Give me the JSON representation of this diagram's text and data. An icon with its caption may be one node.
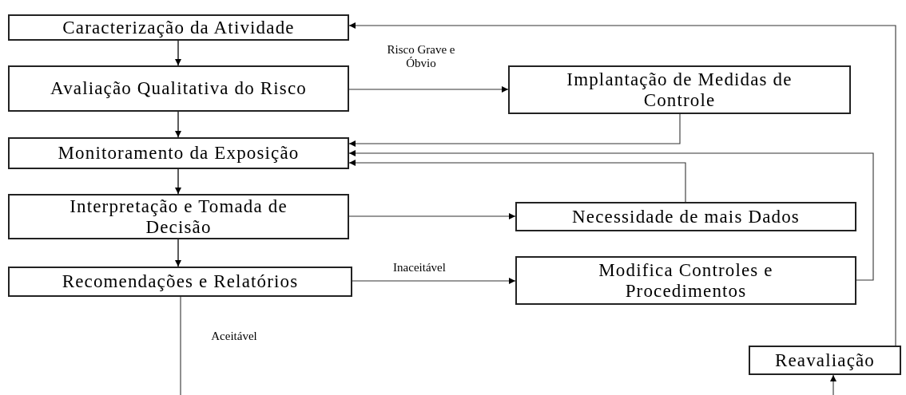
{
  "diagram": {
    "nodes": [
      {
        "text": [
          "Caracterização da Atividade"
        ]
      },
      {
        "text": [
          "Avaliação Qualitativa do Risco"
        ]
      },
      {
        "text": [
          "Implantação de Medidas de Controle"
        ]
      },
      {
        "text": [
          "Monitoramento da Exposição"
        ]
      },
      {
        "text": [
          "Interpretação e Tomada de Decisão"
        ]
      },
      {
        "text": [
          "Necessidade de mais Dados"
        ]
      },
      {
        "text": [
          "Recomendações e Relatórios"
        ]
      },
      {
        "text": [
          "Modifica Controles e Procedimentos"
        ]
      },
      {
        "text": [
          "Reavaliação"
        ]
      }
    ],
    "edges": [
      {
        "from": 0,
        "to": 1,
        "arrow": "to"
      },
      {
        "from": 1,
        "to": 2,
        "arrow": "to",
        "label": "Risco Grave e Óbvio"
      },
      {
        "from": 1,
        "to": 3,
        "arrow": "to"
      },
      {
        "from": 2,
        "to": 3,
        "arrow": "to"
      },
      {
        "from": 5,
        "to": 3,
        "arrow": "to"
      },
      {
        "from": 7,
        "to": 3,
        "arrow": "to"
      },
      {
        "from": 3,
        "to": 4,
        "arrow": "to"
      },
      {
        "from": 4,
        "to": 5,
        "arrow": "to"
      },
      {
        "from": 4,
        "to": 6,
        "arrow": "to"
      },
      {
        "from": 6,
        "to": 7,
        "arrow": "to",
        "label": "Inaceitável"
      },
      {
        "from": 8,
        "to": 0,
        "arrow": "to"
      },
      {
        "from": 6,
        "to": null,
        "arrow": "none",
        "label": "Aceitável"
      },
      {
        "from": null,
        "to": 8,
        "arrow": "to"
      }
    ]
  }
}
